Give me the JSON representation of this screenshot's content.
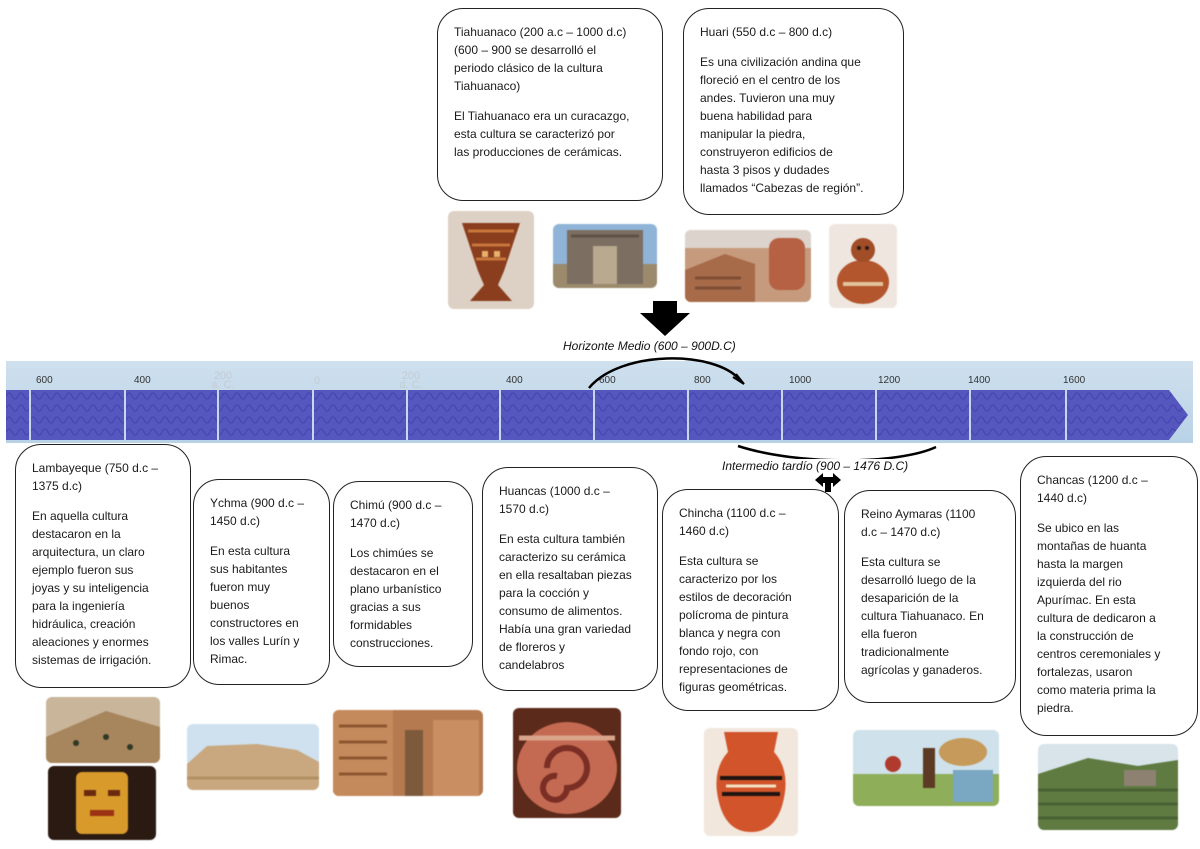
{
  "top_cards": {
    "tiahuanaco": {
      "title_lines": [
        "Tiahuanaco (200 a.c – 1000 d.c)",
        "(600 – 900 se desarrolló el",
        "periodo clásico de la cultura",
        "Tiahuanaco)"
      ],
      "body_lines": [
        "El Tiahuanaco era un curacazgo,",
        "esta cultura se caracterizó por",
        "las producciones de cerámicas."
      ]
    },
    "huari": {
      "title": "Huari (550 d.c – 800 d.c)",
      "body_lines": [
        "Es una civilización andina que",
        "floreció en el centro de los",
        "andes. Tuvieron una muy",
        "buena habilidad para",
        "manipular la piedra,",
        "construyeron edificios de",
        "hasta 3 pisos y dudades",
        "llamados “Cabezas de región”."
      ]
    }
  },
  "timeline": {
    "ticks": [
      "600",
      "400",
      "200",
      "0",
      "200",
      "400",
      "600",
      "800",
      "1000",
      "1200",
      "1400",
      "1600"
    ],
    "ghost_labels": [
      "a. C.",
      "d. C."
    ],
    "eras": {
      "horizonte": "Horizonte Medio (600 – 900D.C)",
      "intermedio": "Intermedio tardío (900 – 1476 D.C)"
    }
  },
  "bottom_cards": {
    "lambayeque": {
      "title_lines": [
        "Lambayeque (750 d.c –",
        "1375 d.c)"
      ],
      "body_lines": [
        "En aquella cultura",
        "destacaron en la",
        "arquitectura, un claro",
        "ejemplo fueron sus",
        "joyas y su inteligencia",
        "para la ingeniería",
        "hidráulica, creación",
        "aleaciones y enormes",
        "sistemas de irrigación."
      ]
    },
    "ychma": {
      "title_lines": [
        "Ychma (900 d.c –",
        "1450 d.c)"
      ],
      "body_lines": [
        "En esta cultura",
        "sus habitantes",
        "fueron muy",
        "buenos",
        "constructores en",
        "los valles Lurín y",
        "Rimac."
      ]
    },
    "chimu": {
      "title_lines": [
        "Chimú (900 d.c –",
        "1470 d.c)"
      ],
      "body_lines": [
        "Los chimúes se",
        "destacaron en el",
        "plano urbanístico",
        "gracias a sus",
        "formidables",
        "construcciones."
      ]
    },
    "huancas": {
      "title_lines": [
        "Huancas (1000 d.c –",
        "1570 d.c)"
      ],
      "body_lines": [
        "En esta cultura también",
        "caracterizo su cerámica",
        "en ella resaltaban piezas",
        "para la cocción y",
        "consumo de alimentos.",
        "Había una gran variedad",
        "de floreros y",
        "candelabros"
      ]
    },
    "chincha": {
      "title_lines": [
        "Chincha (1100 d.c –",
        "1460 d.c)"
      ],
      "body_lines": [
        "Esta cultura se",
        "caracterizo por los",
        "estilos de decoración",
        "polícroma de pintura",
        "blanca y negra con",
        "fondo rojo, con",
        "representaciones de",
        "figuras geométricas."
      ]
    },
    "aymaras": {
      "title_lines": [
        "Reino Aymaras (1100",
        "d.c – 1470 d.c)"
      ],
      "body_lines": [
        "Esta cultura se",
        "desarrolló luego de la",
        "desaparición de la",
        "cultura Tiahuanaco. En",
        "ella fueron",
        "tradicionalmente",
        "agrícolas y ganaderos."
      ]
    },
    "chancas": {
      "title_lines": [
        "Chancas (1200 d.c –",
        "1440 d.c)"
      ],
      "body_lines": [
        "Se ubico en las",
        "montañas de huanta",
        "hasta la margen",
        "izquierda del rio",
        "Apurímac. En esta",
        "cultura de dedicaron a",
        "la construcción de",
        "centros ceremoniales y",
        "fortalezas, usaron",
        "como materia prima la",
        "piedra."
      ]
    }
  }
}
